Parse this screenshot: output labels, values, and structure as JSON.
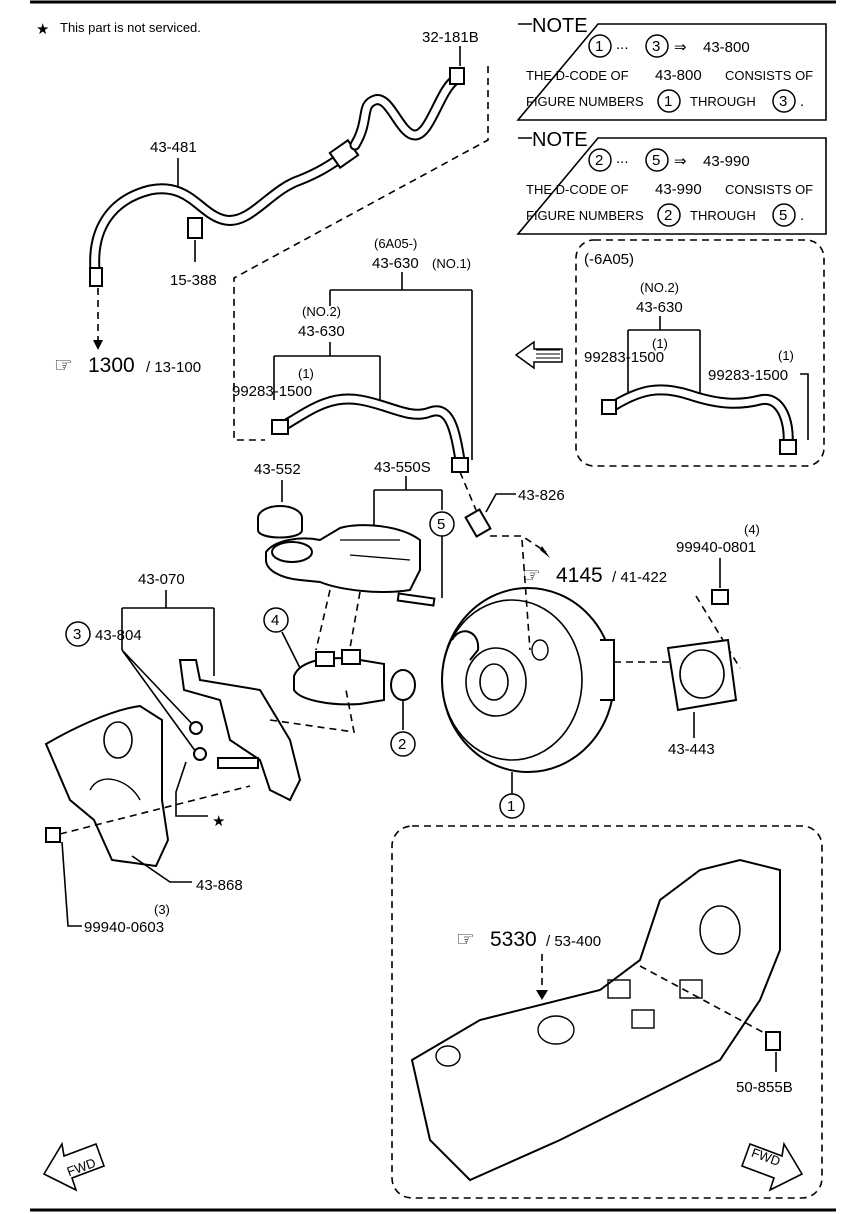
{
  "header": {
    "not_serviced": "This part is not serviced."
  },
  "notes": [
    {
      "title": "NOTE",
      "from": "1",
      "to": "3",
      "code": "43-800",
      "line1": "THE D-CODE OF",
      "line1_code": "43-800",
      "line1_tail": "CONSISTS OF",
      "line2": "FIGURE NUMBERS",
      "line2_through": "THROUGH"
    },
    {
      "title": "NOTE",
      "from": "2",
      "to": "5",
      "code": "43-990",
      "line1": "THE D-CODE OF",
      "line1_code": "43-990",
      "line1_tail": "CONSISTS OF",
      "line2": "FIGURE NUMBERS",
      "line2_through": "THROUGH"
    }
  ],
  "dots": "...",
  "arrow": "⇒",
  "parts": {
    "p32181b": "32-181B",
    "p43481": "43-481",
    "p15388": "15-388",
    "ref1300": "1300",
    "ref13100": "/ 13-100",
    "p6a05": "(6A05-)",
    "p43630no1": "43-630",
    "no1": "(NO.1)",
    "no2": "(NO.2)",
    "p43630no2": "43-630",
    "qty1": "(1)",
    "p99283": "99283-1500",
    "inset_title": "(-6A05)",
    "inset_no2": "(NO.2)",
    "inset_43630": "43-630",
    "inset_qty1a": "(1)",
    "inset_qty1b": "(1)",
    "inset_99283a": "99283-1500",
    "inset_99283b": "99283-1500",
    "p43552": "43-552",
    "p43550s": "43-550S",
    "p43826": "43-826",
    "ref4145": "4145",
    "ref41422": "/ 41-422",
    "qty4": "(4)",
    "p99940_0801": "99940-0801",
    "p43070": "43-070",
    "p43804": "43-804",
    "p43443": "43-443",
    "p43868": "43-868",
    "qty3": "(3)",
    "p99940_0603": "99940-0603",
    "ref5330": "5330",
    "ref53400": "/ 53-400",
    "p50855b": "50-855B",
    "fwd": "FWD",
    "c1": "1",
    "c2": "2",
    "c3": "3",
    "c4": "4",
    "c5": "5",
    "star": "★"
  }
}
